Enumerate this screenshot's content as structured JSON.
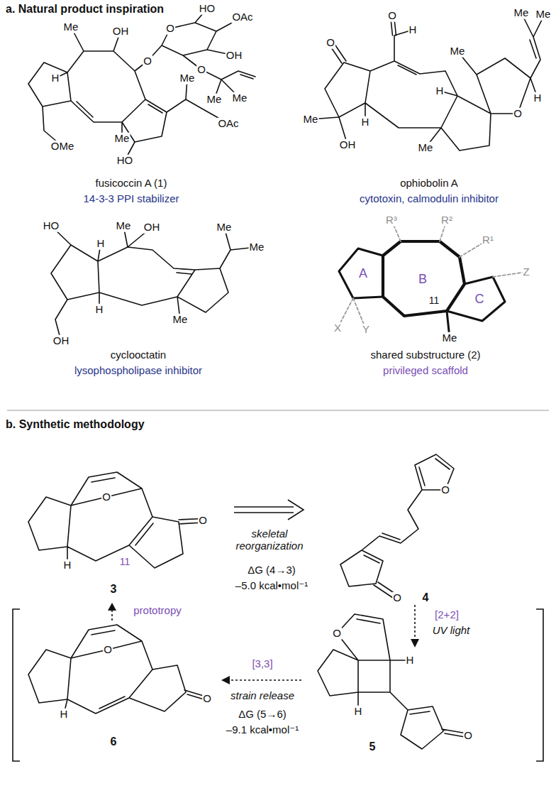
{
  "diagram": {
    "labels": [
      "a. Natural product inspiration",
      "Me",
      "H",
      "OH",
      "O",
      "O",
      "HO",
      "OAc",
      "OH",
      "O",
      "Me",
      "Me",
      "OMe",
      "Me",
      "HO",
      "Me",
      "OAc",
      "fusicoccin A (1)",
      "14-3-3 PPI stabilizer",
      "O",
      "O",
      "H",
      "Me",
      "Me",
      "Me",
      "H",
      "O",
      "H",
      "Me",
      "OH",
      "H",
      "Me",
      "ophiobolin A",
      "cytotoxin, calmodulin inhibitor",
      "HO",
      "Me",
      "OH",
      "Me",
      "Me",
      "H",
      "H",
      "OH",
      "Me",
      "cyclooctatin",
      "lysophospholipase inhibitor",
      "R³",
      "R²",
      "R¹",
      "A",
      "B",
      "C",
      "X",
      "Y",
      "Z",
      "11",
      "Me",
      "shared substructure (2)",
      "privileged scaffold",
      "b. Synthetic methodology",
      "O",
      "O",
      "H",
      "11",
      "3",
      "O",
      "O",
      "4",
      "skeletal reorganization",
      "ΔG (4→3)",
      "–5.0 kcal•mol⁻¹",
      "[2+2]",
      "UV light",
      "[3,3]",
      "strain release",
      "ΔG (5→6)",
      "–9.1 kcal•mol⁻¹",
      "prototropy",
      "O",
      "O",
      "H",
      "6",
      "O",
      "H",
      "H",
      "O",
      "5"
    ]
  }
}
